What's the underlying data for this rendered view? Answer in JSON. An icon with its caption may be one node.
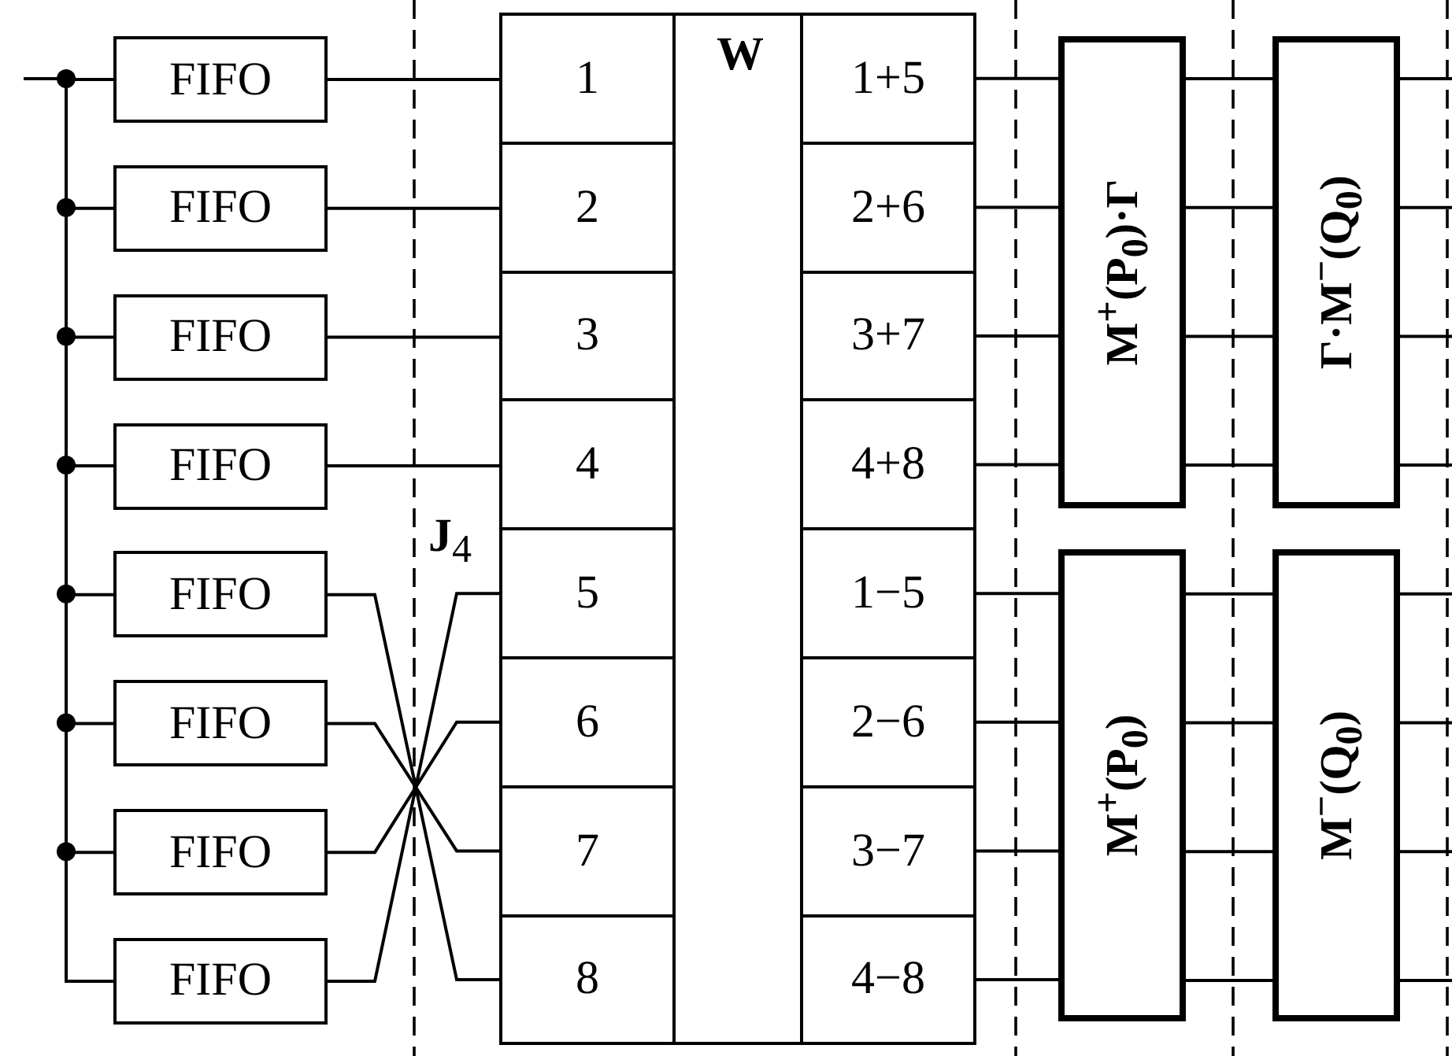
{
  "diagram": {
    "nodes": [
      {
        "text": [
          "FIFO"
        ]
      },
      {
        "text": [
          "FIFO"
        ]
      },
      {
        "text": [
          "FIFO"
        ]
      },
      {
        "text": [
          "FIFO"
        ]
      },
      {
        "text": [
          "FIFO"
        ]
      },
      {
        "text": [
          "FIFO"
        ]
      },
      {
        "text": [
          "FIFO"
        ]
      },
      {
        "text": [
          "FIFO"
        ]
      },
      {
        "text": [
          "W"
        ]
      },
      {
        "text": [
          "1"
        ],
        "in": 8
      },
      {
        "text": [
          "2"
        ],
        "in": 8
      },
      {
        "text": [
          "3"
        ],
        "in": 8
      },
      {
        "text": [
          "4"
        ],
        "in": 8
      },
      {
        "text": [
          "5"
        ],
        "in": 8
      },
      {
        "text": [
          "6"
        ],
        "in": 8
      },
      {
        "text": [
          "7"
        ],
        "in": 8
      },
      {
        "text": [
          "8"
        ],
        "in": 8
      },
      {
        "text": [
          "1+5"
        ],
        "in": 8
      },
      {
        "text": [
          "2+6"
        ],
        "in": 8
      },
      {
        "text": [
          "3+7"
        ],
        "in": 8
      },
      {
        "text": [
          "4+8"
        ],
        "in": 8
      },
      {
        "text": [
          "1−5"
        ],
        "in": 8
      },
      {
        "text": [
          "2−6"
        ],
        "in": 8
      },
      {
        "text": [
          "3−7"
        ],
        "in": 8
      },
      {
        "text": [
          "4−8"
        ],
        "in": 8
      },
      {
        "text": [
          "M$^{+}$(P$_{0}$)·Γ"
        ]
      },
      {
        "text": [
          "Γ·M$^{−}$(Q$_{0}$)"
        ]
      },
      {
        "text": [
          "M$^{+}$(P$_{0}$)"
        ]
      },
      {
        "text": [
          "M$^{−}$(Q$_{0}$)"
        ]
      }
    ],
    "edges": [
      {
        "from": null,
        "to": 0,
        "arrow": "none"
      },
      {
        "from": null,
        "to": 1,
        "arrow": "none"
      },
      {
        "from": null,
        "to": 2,
        "arrow": "none"
      },
      {
        "from": null,
        "to": 3,
        "arrow": "none"
      },
      {
        "from": null,
        "to": 4,
        "arrow": "none"
      },
      {
        "from": null,
        "to": 5,
        "arrow": "none"
      },
      {
        "from": null,
        "to": 6,
        "arrow": "none"
      },
      {
        "from": null,
        "to": 7,
        "arrow": "none"
      },
      {
        "from": 0,
        "to": 9,
        "arrow": "none"
      },
      {
        "from": 1,
        "to": 10,
        "arrow": "none"
      },
      {
        "from": 2,
        "to": 11,
        "arrow": "none"
      },
      {
        "from": 3,
        "to": 12,
        "arrow": "none"
      },
      {
        "from": 4,
        "to": 16,
        "arrow": "none"
      },
      {
        "from": 5,
        "to": 15,
        "arrow": "none"
      },
      {
        "from": 6,
        "to": 14,
        "arrow": "none"
      },
      {
        "from": 7,
        "to": 13,
        "arrow": "none"
      },
      {
        "from": 17,
        "to": 25,
        "arrow": "none"
      },
      {
        "from": 18,
        "to": 25,
        "arrow": "none"
      },
      {
        "from": 19,
        "to": 25,
        "arrow": "none"
      },
      {
        "from": 20,
        "to": 25,
        "arrow": "none"
      },
      {
        "from": 25,
        "to": 26,
        "arrow": "none"
      },
      {
        "from": 25,
        "to": 26,
        "arrow": "none"
      },
      {
        "from": 25,
        "to": 26,
        "arrow": "none"
      },
      {
        "from": 25,
        "to": 26,
        "arrow": "none"
      },
      {
        "from": 26,
        "to": null,
        "arrow": "none"
      },
      {
        "from": 26,
        "to": null,
        "arrow": "none"
      },
      {
        "from": 26,
        "to": null,
        "arrow": "none"
      },
      {
        "from": 26,
        "to": null,
        "arrow": "none"
      },
      {
        "from": 21,
        "to": 27,
        "arrow": "none"
      },
      {
        "from": 22,
        "to": 27,
        "arrow": "none"
      },
      {
        "from": 23,
        "to": 27,
        "arrow": "none"
      },
      {
        "from": 24,
        "to": 27,
        "arrow": "none"
      },
      {
        "from": 27,
        "to": 28,
        "arrow": "none"
      },
      {
        "from": 27,
        "to": 28,
        "arrow": "none"
      },
      {
        "from": 27,
        "to": 28,
        "arrow": "none"
      },
      {
        "from": 27,
        "to": 28,
        "arrow": "none"
      },
      {
        "from": 28,
        "to": null,
        "arrow": "none"
      },
      {
        "from": 28,
        "to": null,
        "arrow": "none"
      },
      {
        "from": 28,
        "to": null,
        "arrow": "none"
      },
      {
        "from": 28,
        "to": null,
        "arrow": "none"
      }
    ],
    "labels": [
      "**J**$_{4}$"
    ]
  }
}
